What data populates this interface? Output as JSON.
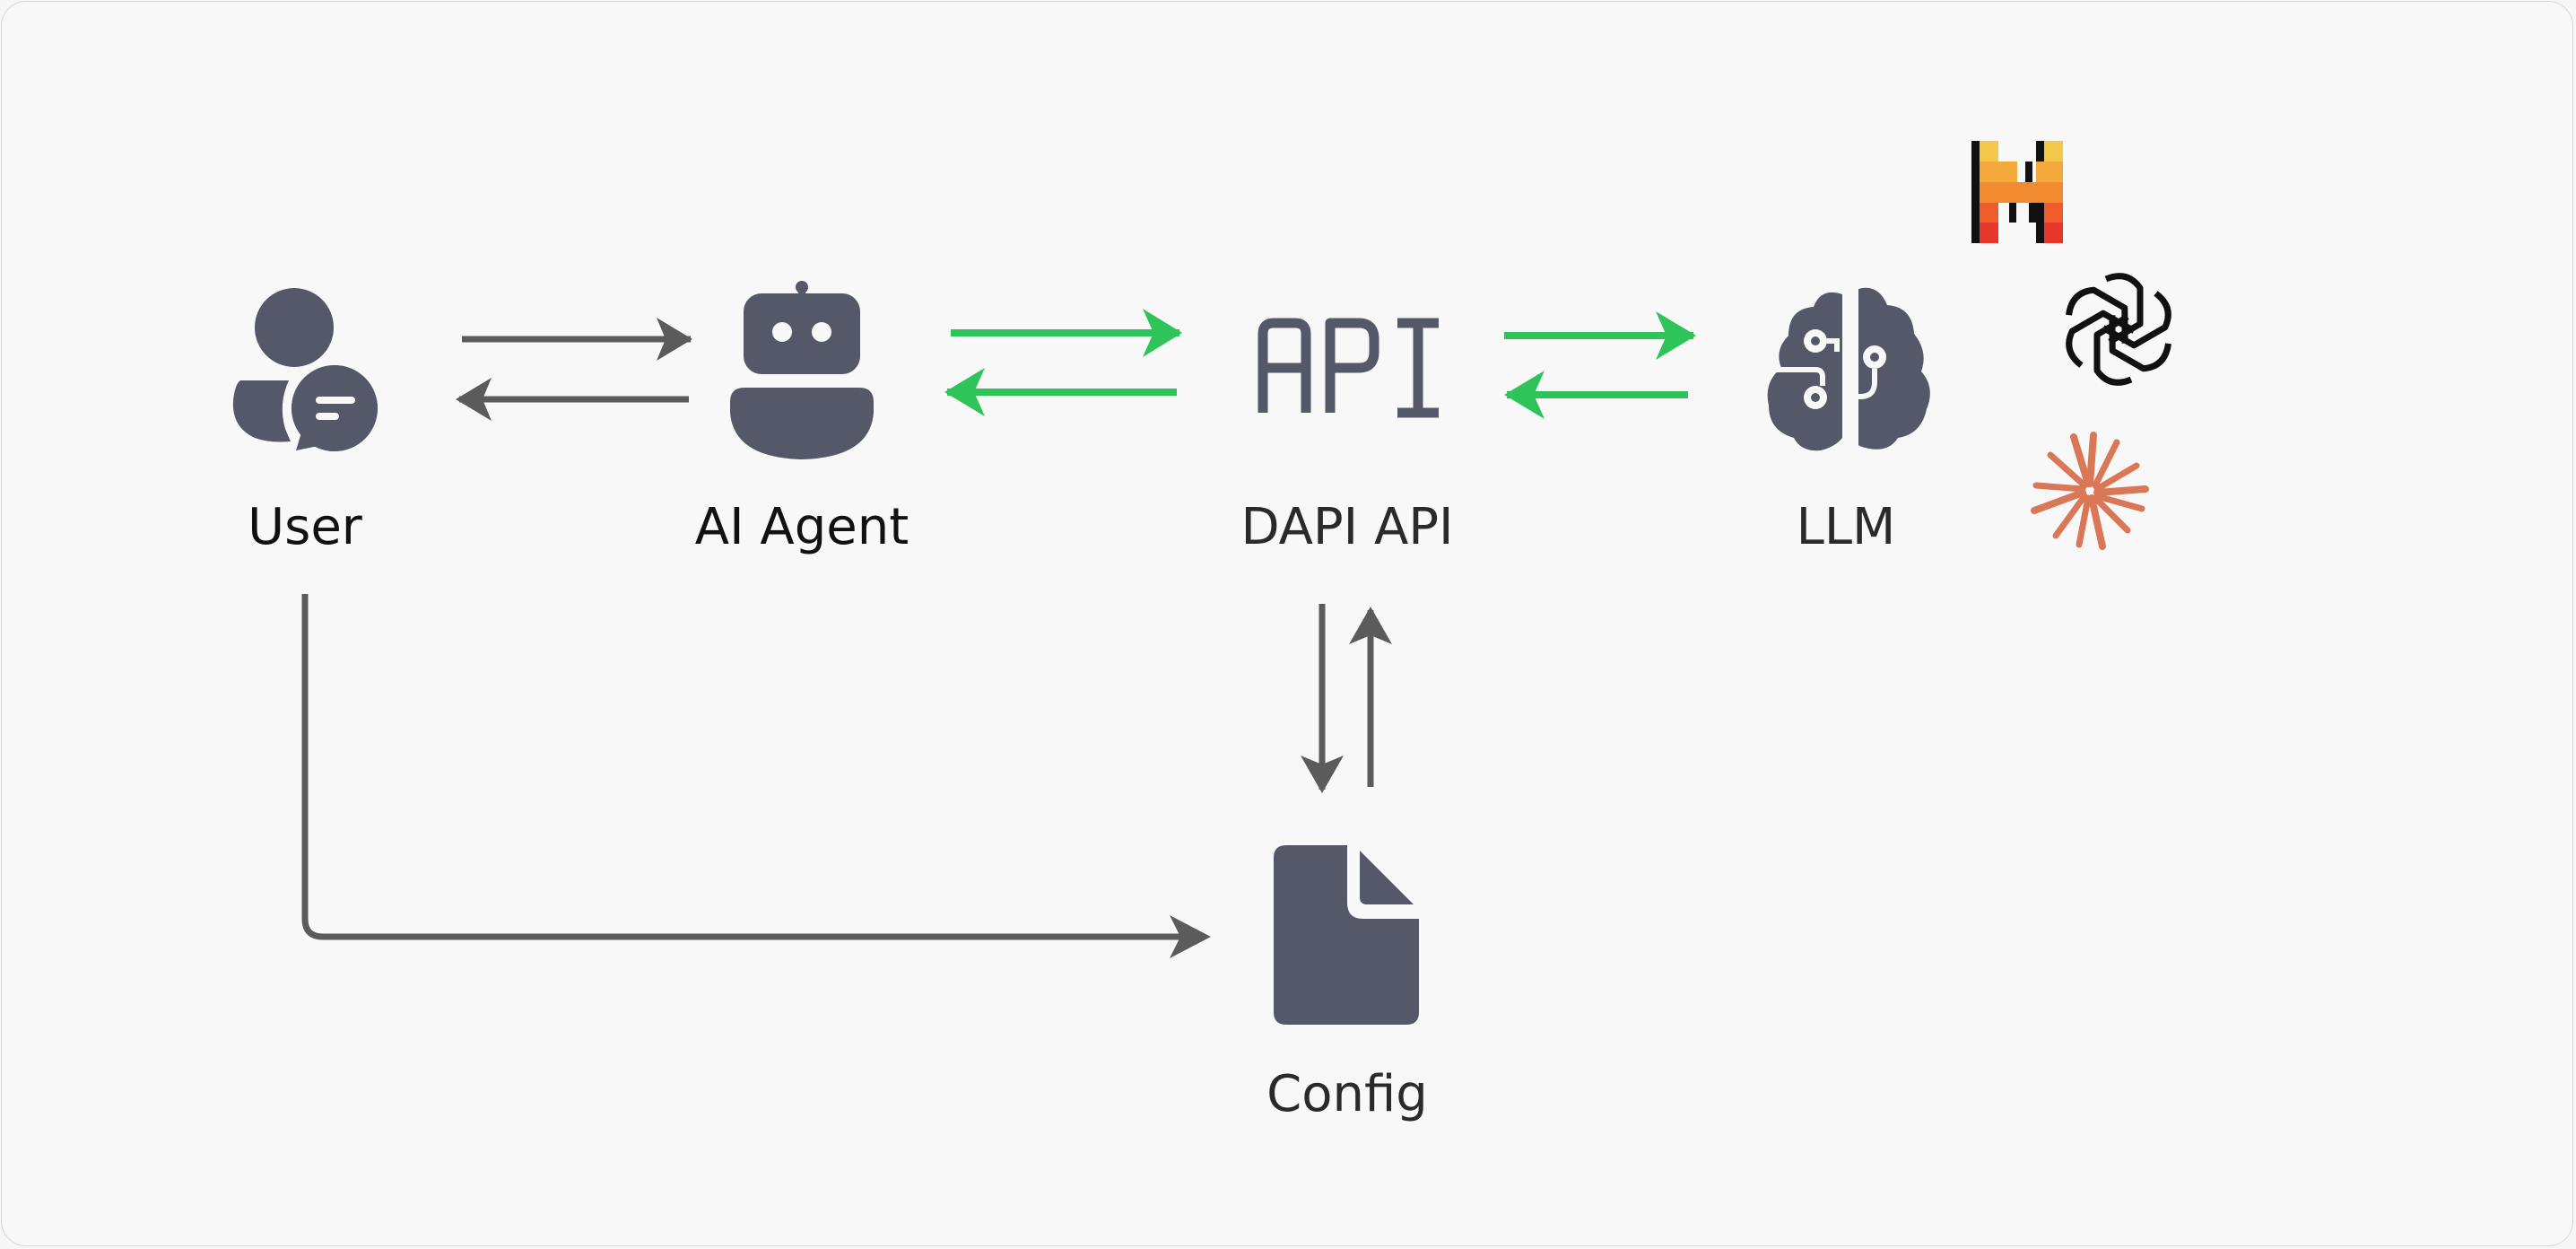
{
  "diagram": {
    "nodes": {
      "user": {
        "label": "User",
        "icon": "user-chat-icon"
      },
      "agent": {
        "label": "AI Agent",
        "icon": "robot-icon"
      },
      "api": {
        "label": "DAPI API",
        "icon": "api-text-icon",
        "icon_text": "API"
      },
      "llm": {
        "label": "LLM",
        "icon": "brain-circuit-icon"
      },
      "config": {
        "label": "Config",
        "icon": "document-icon"
      }
    },
    "providers": [
      {
        "icon": "mistral-logo-icon"
      },
      {
        "icon": "openai-logo-icon"
      },
      {
        "icon": "anthropic-logo-icon"
      }
    ],
    "colors": {
      "icon": "#545868",
      "arrow_gray": "#5b5b5b",
      "arrow_green": "#2ec45a",
      "text": "#111111",
      "background": "#f8f8f8"
    }
  }
}
